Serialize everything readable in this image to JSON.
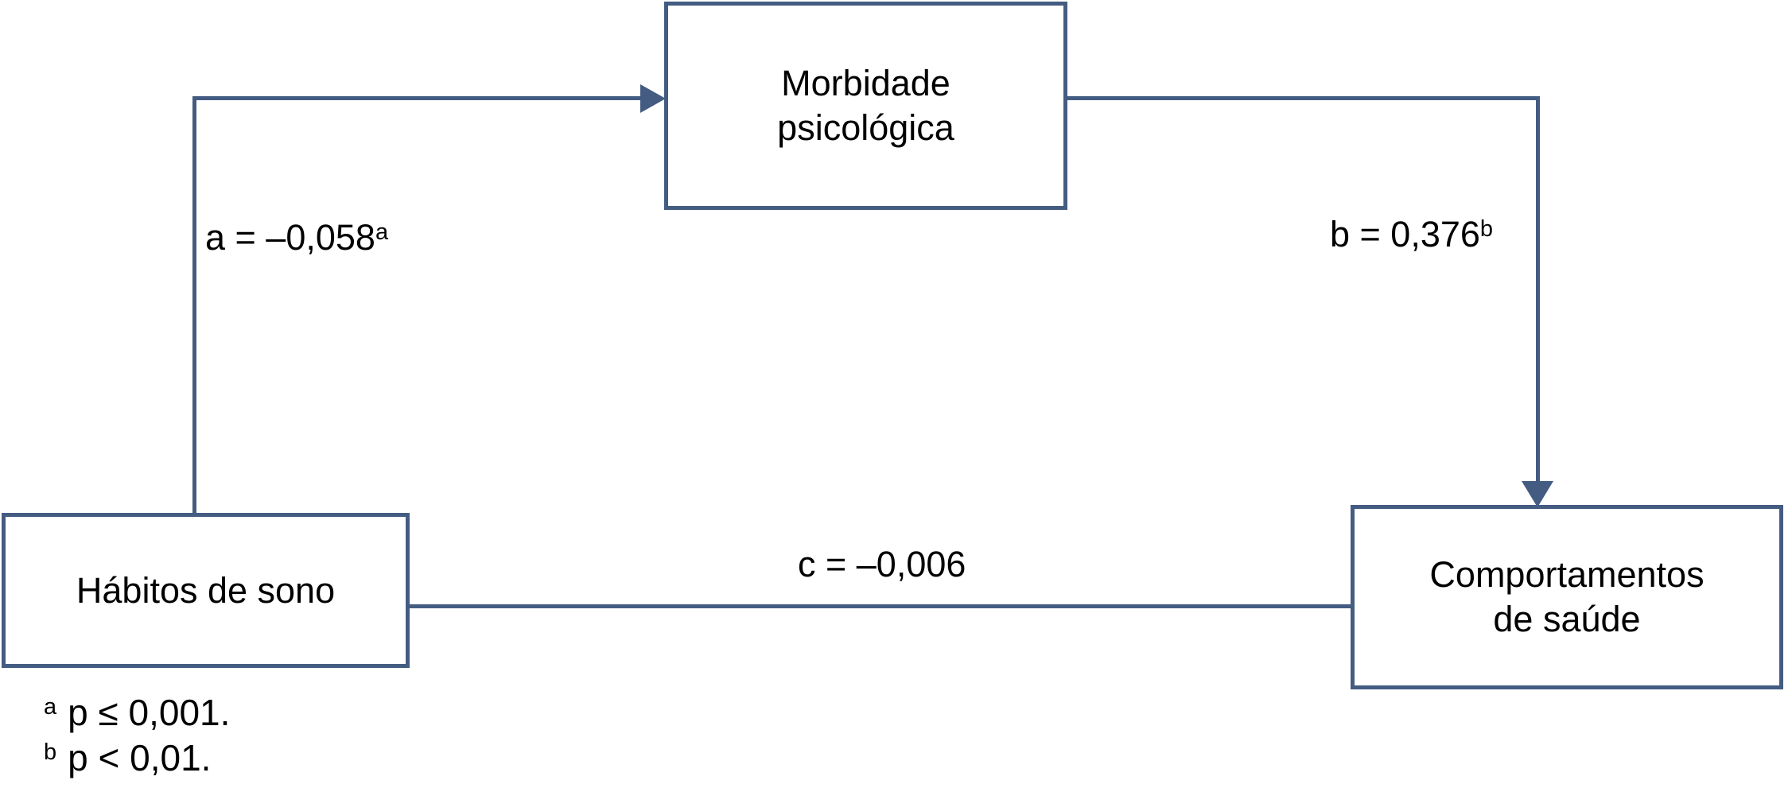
{
  "diagram": {
    "type": "mediation-path-diagram",
    "accent_color": "#445C82",
    "text_color": "#000000",
    "background_color": "#FFFFFF",
    "boxes": {
      "mediator": {
        "lines": [
          "Morbidade",
          "psicológica"
        ]
      },
      "predictor": {
        "lines": [
          "Hábitos de sono"
        ]
      },
      "outcome": {
        "lines": [
          "Comportamentos",
          "de saúde"
        ]
      }
    },
    "paths": {
      "a": {
        "coefficient_label": "a = –0,058",
        "superscript": "a",
        "from": "predictor",
        "to": "mediator",
        "arrowhead": true
      },
      "b": {
        "coefficient_label": "b = 0,376",
        "superscript": "b",
        "from": "mediator",
        "to": "outcome",
        "arrowhead": true
      },
      "c": {
        "coefficient_label": "c = –0,006",
        "superscript": "",
        "from": "predictor",
        "to": "outcome",
        "arrowhead": false
      }
    },
    "footnotes": [
      {
        "marker": "a",
        "text": "p ≤ 0,001."
      },
      {
        "marker": "b",
        "text": "p < 0,01."
      }
    ]
  }
}
